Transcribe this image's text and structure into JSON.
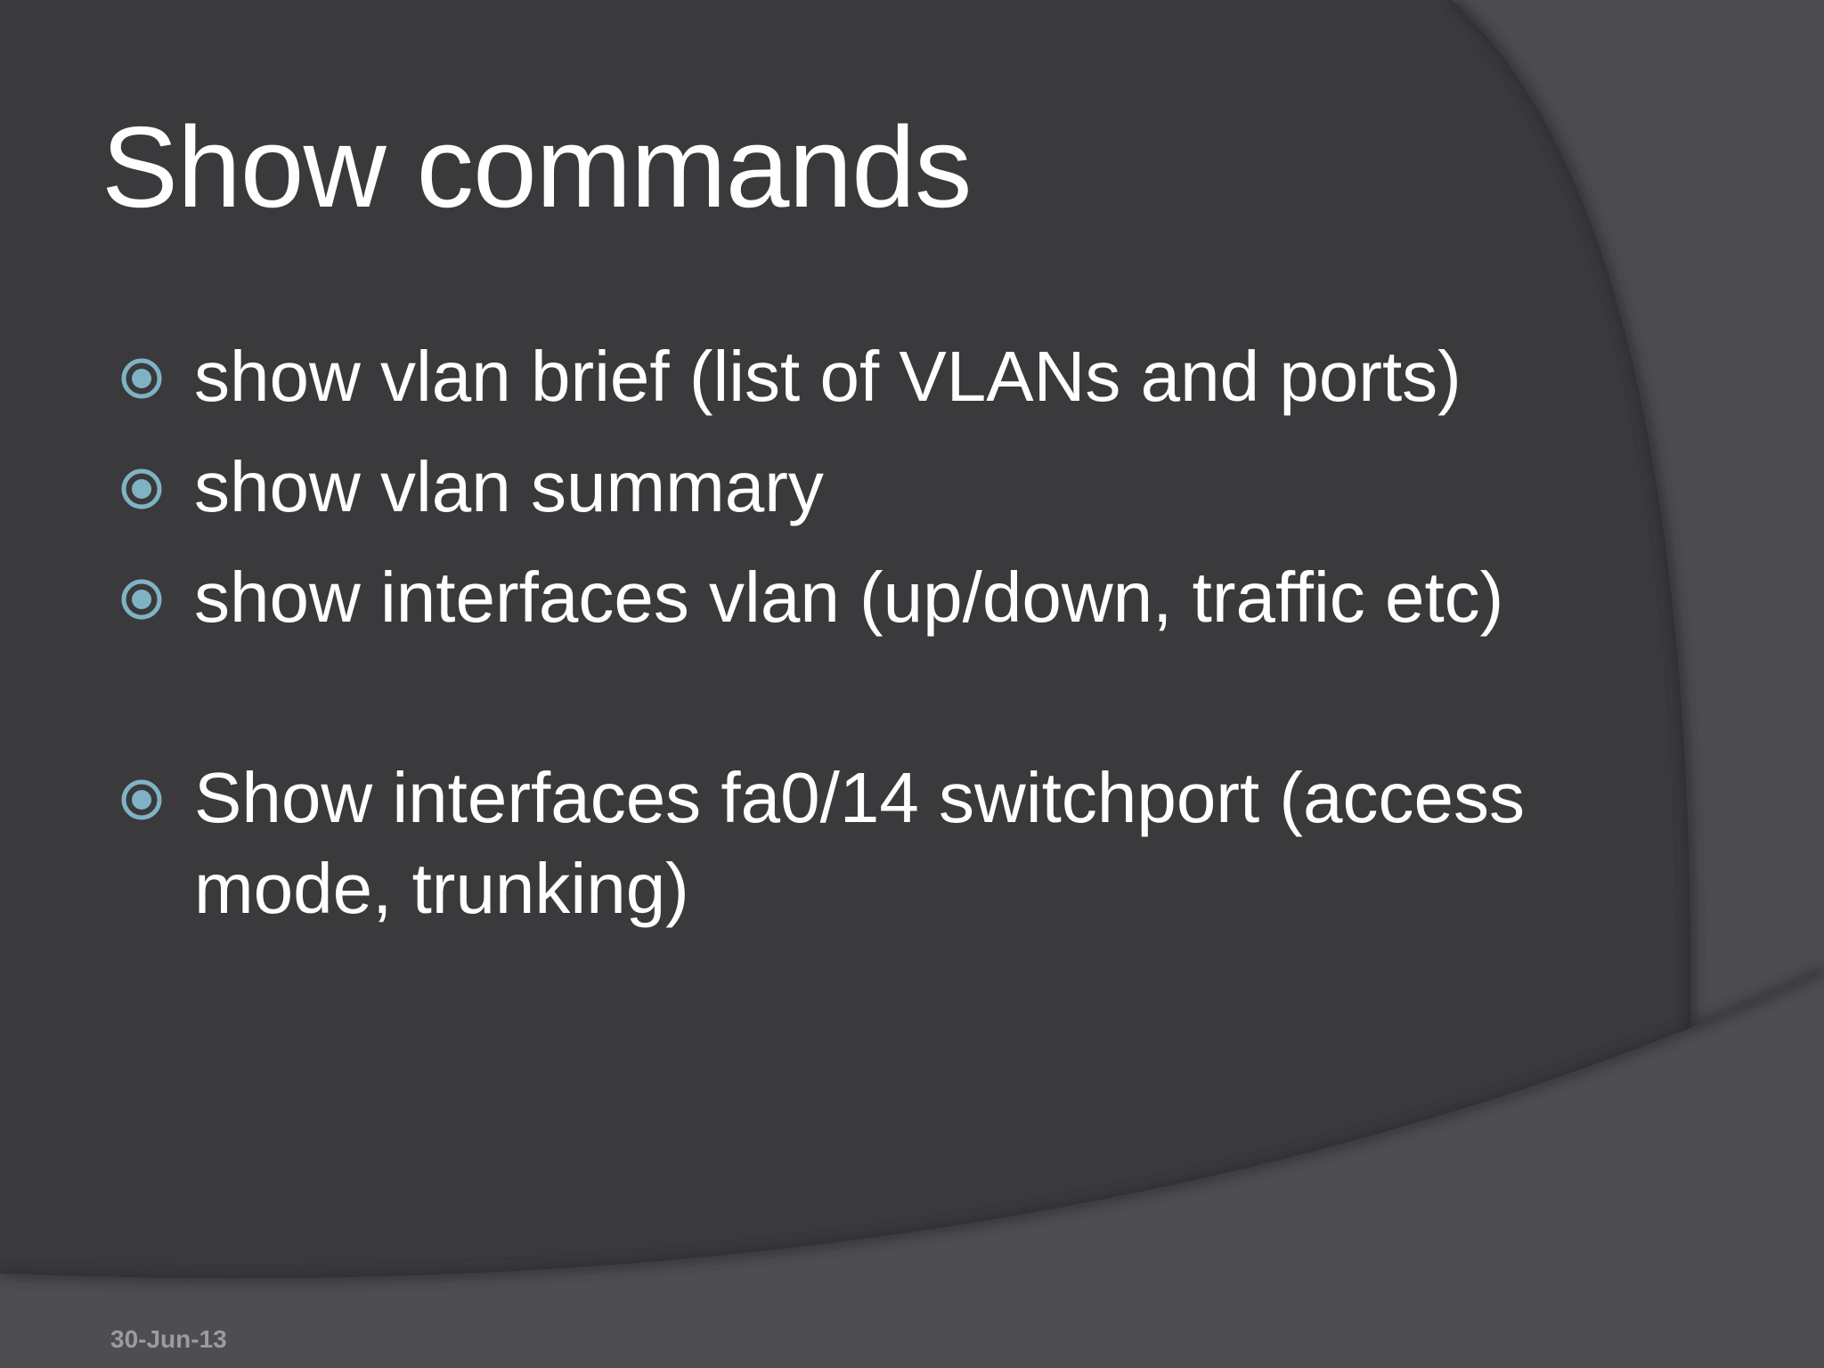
{
  "slide": {
    "title": "Show commands",
    "bullets": [
      {
        "text": "show vlan brief (list of VLANs and ports)"
      },
      {
        "text": "show vlan summary"
      },
      {
        "text": "show interfaces vlan (up/down, traffic etc)"
      },
      {
        "text": "Show interfaces fa0/14 switchport (access mode, trunking)"
      }
    ],
    "footer_date": "30-Jun-13"
  },
  "colors": {
    "background": "#3a393c",
    "arc_light": "#4c4b4f",
    "bullet_accent": "#7fb3c4",
    "title_text": "#ffffff",
    "date_text": "#9c9ca0"
  },
  "icons": {
    "bullet": "circled-dot-icon"
  }
}
